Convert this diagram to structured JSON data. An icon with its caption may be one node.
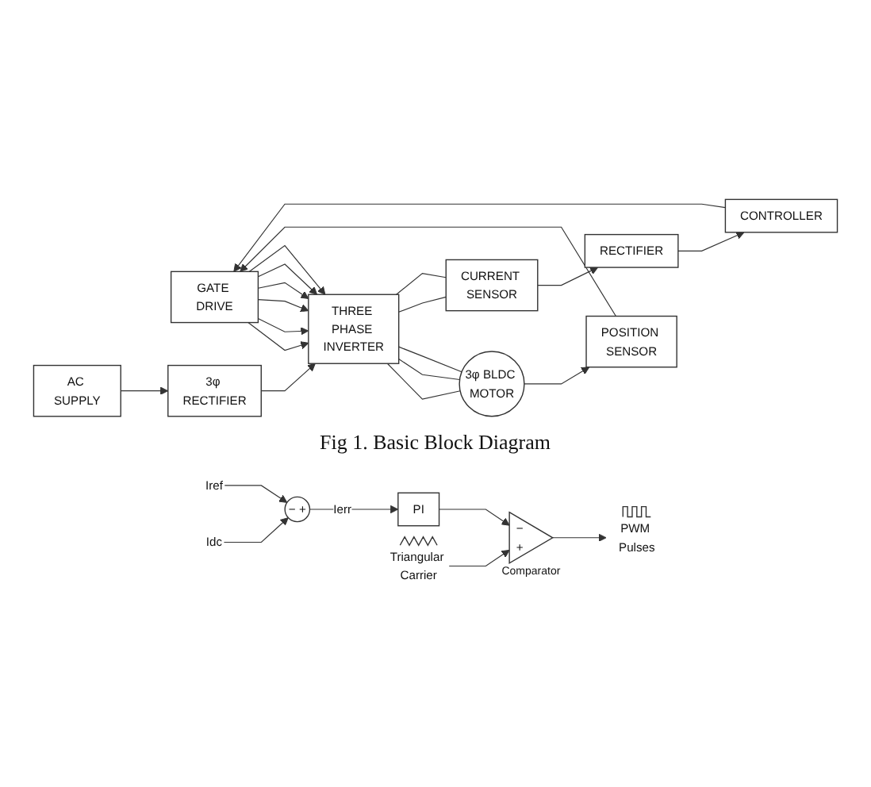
{
  "diagram": {
    "caption": "Fig 1. Basic Block Diagram",
    "nodes": [
      {
        "text": [
          "AC SUPPLY"
        ]
      },
      {
        "text": [
          "3φ RECTIFIER"
        ]
      },
      {
        "text": [
          "THREE PHASE INVERTER"
        ]
      },
      {
        "text": [
          "3φ BLDC MOTOR"
        ]
      },
      {
        "text": [
          "CURRENT SENSOR"
        ]
      },
      {
        "text": [
          "POSITION SENSOR"
        ]
      },
      {
        "text": [
          "GATE DRIVE"
        ]
      },
      {
        "text": [
          "RECTIFIER"
        ]
      },
      {
        "text": [
          "CONTROLLER"
        ]
      },
      {
        "text": [
          "Iref"
        ]
      },
      {
        "text": [
          "Idc"
        ]
      },
      {
        "text": [
          "−",
          "+"
        ]
      },
      {
        "text": [
          "PI"
        ]
      },
      {
        "text": [
          "−",
          "+"
        ],
        "beside": [
          "Comparator"
        ]
      },
      {
        "text": [
          "Triangular Carrier"
        ]
      },
      {
        "text": [
          "PWM Pulses"
        ]
      }
    ],
    "edges": [
      {
        "from": 0,
        "to": 1,
        "arrow": "to"
      },
      {
        "from": 1,
        "to": 2,
        "arrow": "to"
      },
      {
        "from": 2,
        "to": 3,
        "arrow": "none"
      },
      {
        "from": 2,
        "to": 3,
        "arrow": "none"
      },
      {
        "from": 2,
        "to": 3,
        "arrow": "none"
      },
      {
        "from": 2,
        "to": 4,
        "arrow": "none"
      },
      {
        "from": 2,
        "to": 4,
        "arrow": "none"
      },
      {
        "from": 3,
        "to": 5,
        "arrow": "to"
      },
      {
        "from": 6,
        "to": 2,
        "arrow": "to"
      },
      {
        "from": 6,
        "to": 2,
        "arrow": "to"
      },
      {
        "from": 6,
        "to": 2,
        "arrow": "to"
      },
      {
        "from": 6,
        "to": 2,
        "arrow": "to"
      },
      {
        "from": 6,
        "to": 2,
        "arrow": "to"
      },
      {
        "from": 6,
        "to": 2,
        "arrow": "to"
      },
      {
        "from": 4,
        "to": 7,
        "arrow": "to"
      },
      {
        "from": 7,
        "to": 8,
        "arrow": "to"
      },
      {
        "from": 8,
        "to": 6,
        "arrow": "to"
      },
      {
        "from": 5,
        "to": 6,
        "arrow": "to"
      },
      {
        "from": 9,
        "to": 11,
        "arrow": "to"
      },
      {
        "from": 10,
        "to": 11,
        "arrow": "to"
      },
      {
        "from": 11,
        "to": 12,
        "arrow": "to",
        "label": "Ierr"
      },
      {
        "from": 12,
        "to": 13,
        "arrow": "to"
      },
      {
        "from": 14,
        "to": 13,
        "arrow": "to"
      },
      {
        "from": 13,
        "to": 15,
        "arrow": "to"
      }
    ]
  }
}
